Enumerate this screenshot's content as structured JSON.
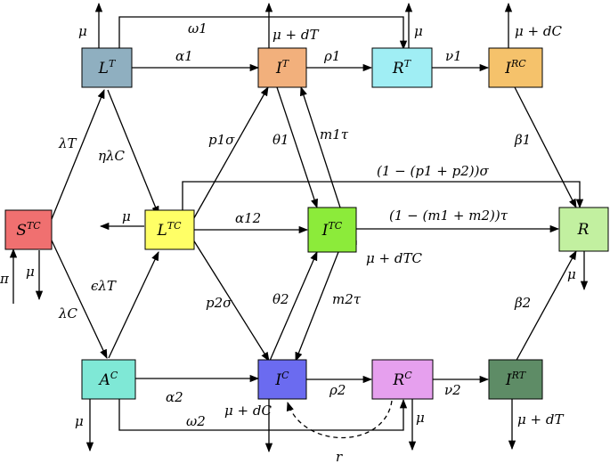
{
  "nodes": {
    "STC": {
      "label": "S^TC",
      "color": "#F07070"
    },
    "LT": {
      "label": "L^T",
      "color": "#8FAFC0"
    },
    "LTC": {
      "label": "L^TC",
      "color": "#FFFF66"
    },
    "AC": {
      "label": "A^C",
      "color": "#7FE8D6"
    },
    "IT": {
      "label": "I^T",
      "color": "#F2B07C"
    },
    "ITC": {
      "label": "I^TC",
      "color": "#8CEB3A"
    },
    "IC": {
      "label": "I^C",
      "color": "#6B6BF0"
    },
    "RT": {
      "label": "R^T",
      "color": "#A0EEF4"
    },
    "RC": {
      "label": "R^C",
      "color": "#E6A0EE"
    },
    "IRC": {
      "label": "I^RC",
      "color": "#F5C26B"
    },
    "IRT": {
      "label": "I^RT",
      "color": "#5E8C66"
    },
    "R": {
      "label": "R",
      "color": "#C2F0A0"
    }
  },
  "edge_labels": {
    "omega1": "ω1",
    "alpha1": "α1",
    "rho1": "ρ1",
    "nu1": "ν1",
    "lambdaT": "λT",
    "etaLambdaC": "ηλC",
    "p1sigma": "p1σ",
    "theta1": "θ1",
    "m1tau": "m1τ",
    "beta1": "β1",
    "remainder_sigma": "(1 − (p1 + p2))σ",
    "alpha12": "α12",
    "remainder_tau": "(1 − (m1 + m2))τ",
    "epsLambdaT": "ϵλT",
    "lambdaC": "λC",
    "p2sigma": "p2σ",
    "theta2": "θ2",
    "m2tau": "m2τ",
    "beta2": "β2",
    "alpha2": "α2",
    "rho2": "ρ2",
    "nu2": "ν2",
    "omega2": "ω2",
    "r": "r",
    "pi": "π"
  },
  "exit_labels": {
    "mu": "μ",
    "mu_dT": "μ + dT",
    "mu_dC": "μ + dC",
    "mu_dTC": "μ + dTC"
  }
}
